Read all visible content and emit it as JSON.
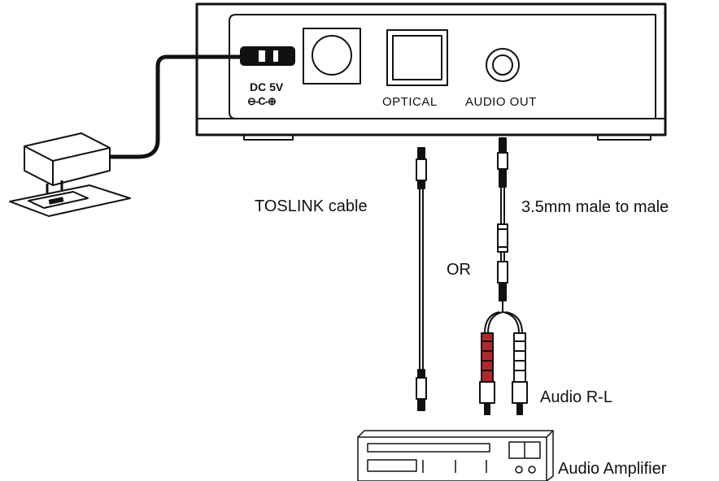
{
  "device": {
    "ports": {
      "dc_label": "DC 5V",
      "dc_polarity": "⊖-C-⊕",
      "optical_label": "OPTICAL",
      "audio_out_label": "AUDIO OUT"
    }
  },
  "cables": {
    "toslink_label": "TOSLINK cable",
    "or_label": "OR",
    "stereo_label": "3.5mm male to male",
    "rca_label": "Audio R-L"
  },
  "amplifier": {
    "label": "Audio Amplifier"
  },
  "colors": {
    "line": "#111111",
    "rca_right": "#b2282a",
    "rca_left": "#ffffff",
    "background": "#ffffff"
  }
}
